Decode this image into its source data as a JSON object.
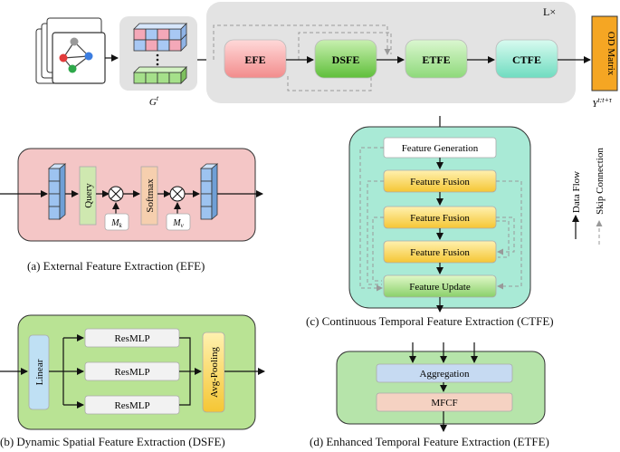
{
  "top": {
    "repeat_label": "L×",
    "graph_label": "G",
    "graph_sup": "t",
    "modules": [
      "EFE",
      "DSFE",
      "ETFE",
      "CTFE"
    ],
    "output_label": "OD Matrix",
    "output_var": "Y",
    "output_sup": "t:t+τ"
  },
  "efe": {
    "query": "Query",
    "softmax": "Softmax",
    "mk": "M",
    "mk_sub": "k",
    "mv": "M",
    "mv_sub": "v",
    "caption": "(a) External Feature Extraction (EFE)"
  },
  "dsfe": {
    "linear": "Linear",
    "resmlp": [
      "ResMLP",
      "ResMLP",
      "ResMLP"
    ],
    "pool": "Avg-Pooling",
    "caption": "(b) Dynamic Spatial Feature Extraction (DSFE)"
  },
  "ctfe": {
    "generation": "Feature Generation",
    "fusion": [
      "Feature Fusion",
      "Feature Fusion",
      "Feature Fusion"
    ],
    "update": "Feature Update",
    "caption": "(c) Continuous Temporal Feature Extraction (CTFE)"
  },
  "etfe": {
    "aggregation": "Aggregation",
    "mfcf": "MFCF",
    "caption": "(d) Enhanced Temporal Feature Extraction (ETFE)"
  },
  "legend": {
    "data_flow": "Data Flow",
    "skip": "Skip Connection"
  },
  "colors": {
    "efe_bg": "#f5c6c6",
    "dsfe_bg": "#b4e08e",
    "ctfe_bg": "#a8ecd8",
    "etfe_bg": "#b4e4a8",
    "top_bg": "#e4e4e4",
    "output": "#f5a623"
  }
}
